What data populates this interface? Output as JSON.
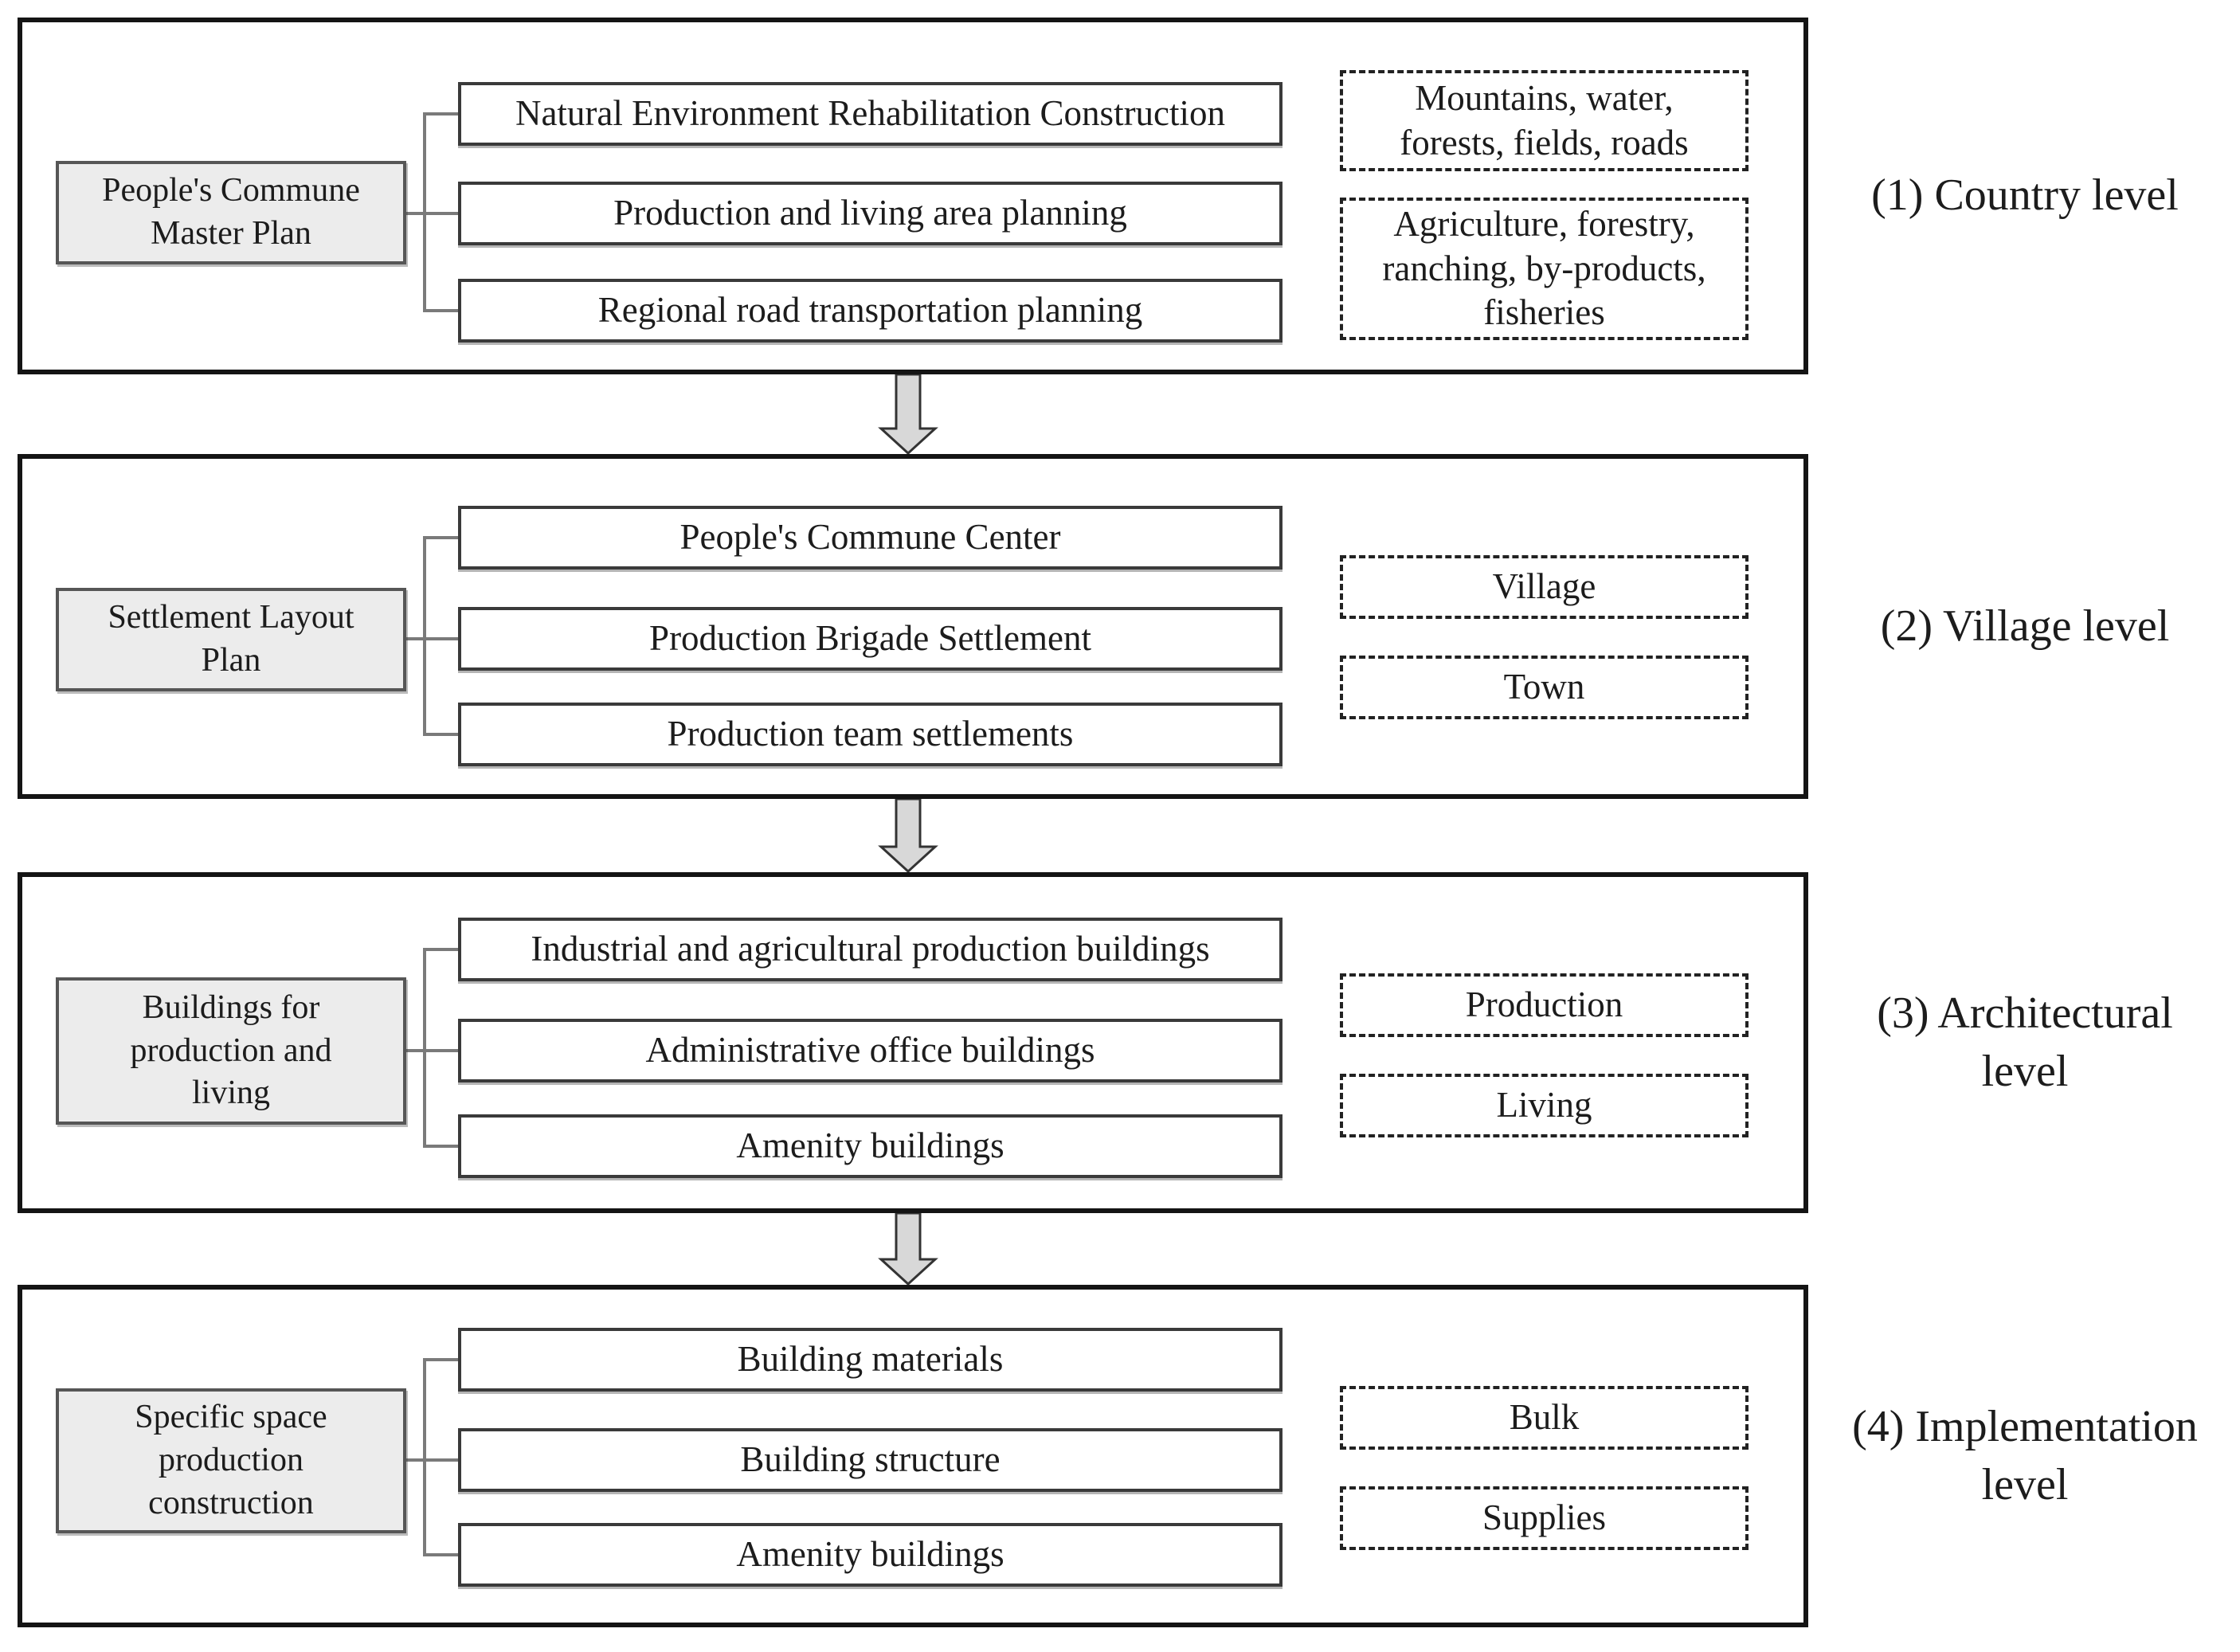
{
  "title": "People's Commune construction planning levels diagram",
  "levels": [
    {
      "source": "People's Commune\nMaster Plan",
      "items": [
        "Natural Environment Rehabilitation Construction",
        "Production and living area planning",
        "Regional road transportation planning"
      ],
      "tags": [
        "Mountains, water,\nforests, fields, roads",
        "Agriculture, forestry,\nranching, by-products,\nfisheries"
      ],
      "label": "(1) Country level"
    },
    {
      "source": "Settlement Layout\nPlan",
      "items": [
        "People's Commune Center",
        "Production Brigade Settlement",
        "Production team settlements"
      ],
      "tags": [
        "Village",
        "Town"
      ],
      "label": "(2) Village level"
    },
    {
      "source": "Buildings for\nproduction and\nliving",
      "items": [
        "Industrial and agricultural production buildings",
        "Administrative office buildings",
        "Amenity buildings"
      ],
      "tags": [
        "Production",
        "Living"
      ],
      "label": "(3) Architectural\nlevel"
    },
    {
      "source": "Specific space\nproduction\nconstruction",
      "items": [
        "Building materials",
        "Building structure",
        "Amenity buildings"
      ],
      "tags": [
        "Bulk",
        "Supplies"
      ],
      "label": "(4) Implementation\nlevel"
    }
  ],
  "colors": {
    "outer_border": "#141414",
    "item_border": "#3a3a3a",
    "source_fill": "#ececec",
    "connector": "#7a7a7a",
    "arrow_fill": "#d8d8d8",
    "arrow_stroke": "#333333",
    "text": "#1c1c1c"
  }
}
